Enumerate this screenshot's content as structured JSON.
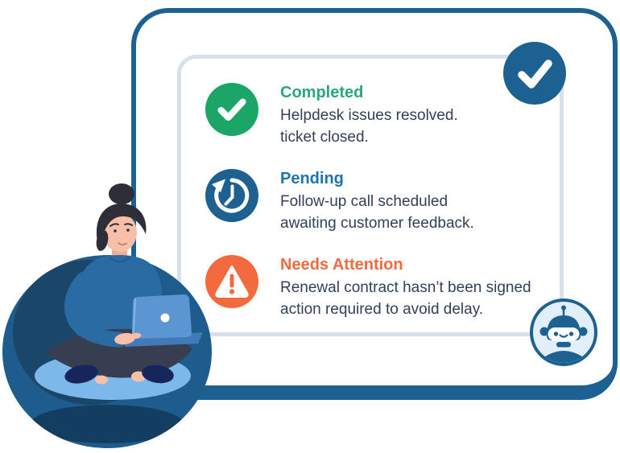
{
  "colors": {
    "card_border": "#1D6193",
    "inner_panel_border": "#D8E0EA",
    "body_text": "#33405A",
    "completed_green": "#1BA567",
    "completed_title_green": "#28A87B",
    "pending_blue": "#1D6193",
    "pending_title_blue": "#1E74AD",
    "attention_orange": "#F26A3E",
    "robot_badge_bg": "#E1EFFB"
  },
  "status_card": {
    "items": [
      {
        "title": "Completed",
        "icon": "check-circle-icon",
        "lines": [
          "Helpdesk issues resolved.",
          "ticket closed."
        ]
      },
      {
        "title": "Pending",
        "icon": "history-clock-icon",
        "lines": [
          "Follow-up call scheduled",
          "awaiting customer feedback."
        ]
      },
      {
        "title": "Needs Attention",
        "icon": "warning-triangle-icon",
        "lines": [
          "Renewal contract hasn’t been signed",
          "action required to avoid delay."
        ]
      }
    ],
    "corner_badge": {
      "icon": "checkmark-icon"
    },
    "robot_badge": {
      "icon": "robot-icon"
    }
  },
  "illustration": {
    "subject": "Person sitting cross-legged on a bean bag chair working on a laptop"
  }
}
